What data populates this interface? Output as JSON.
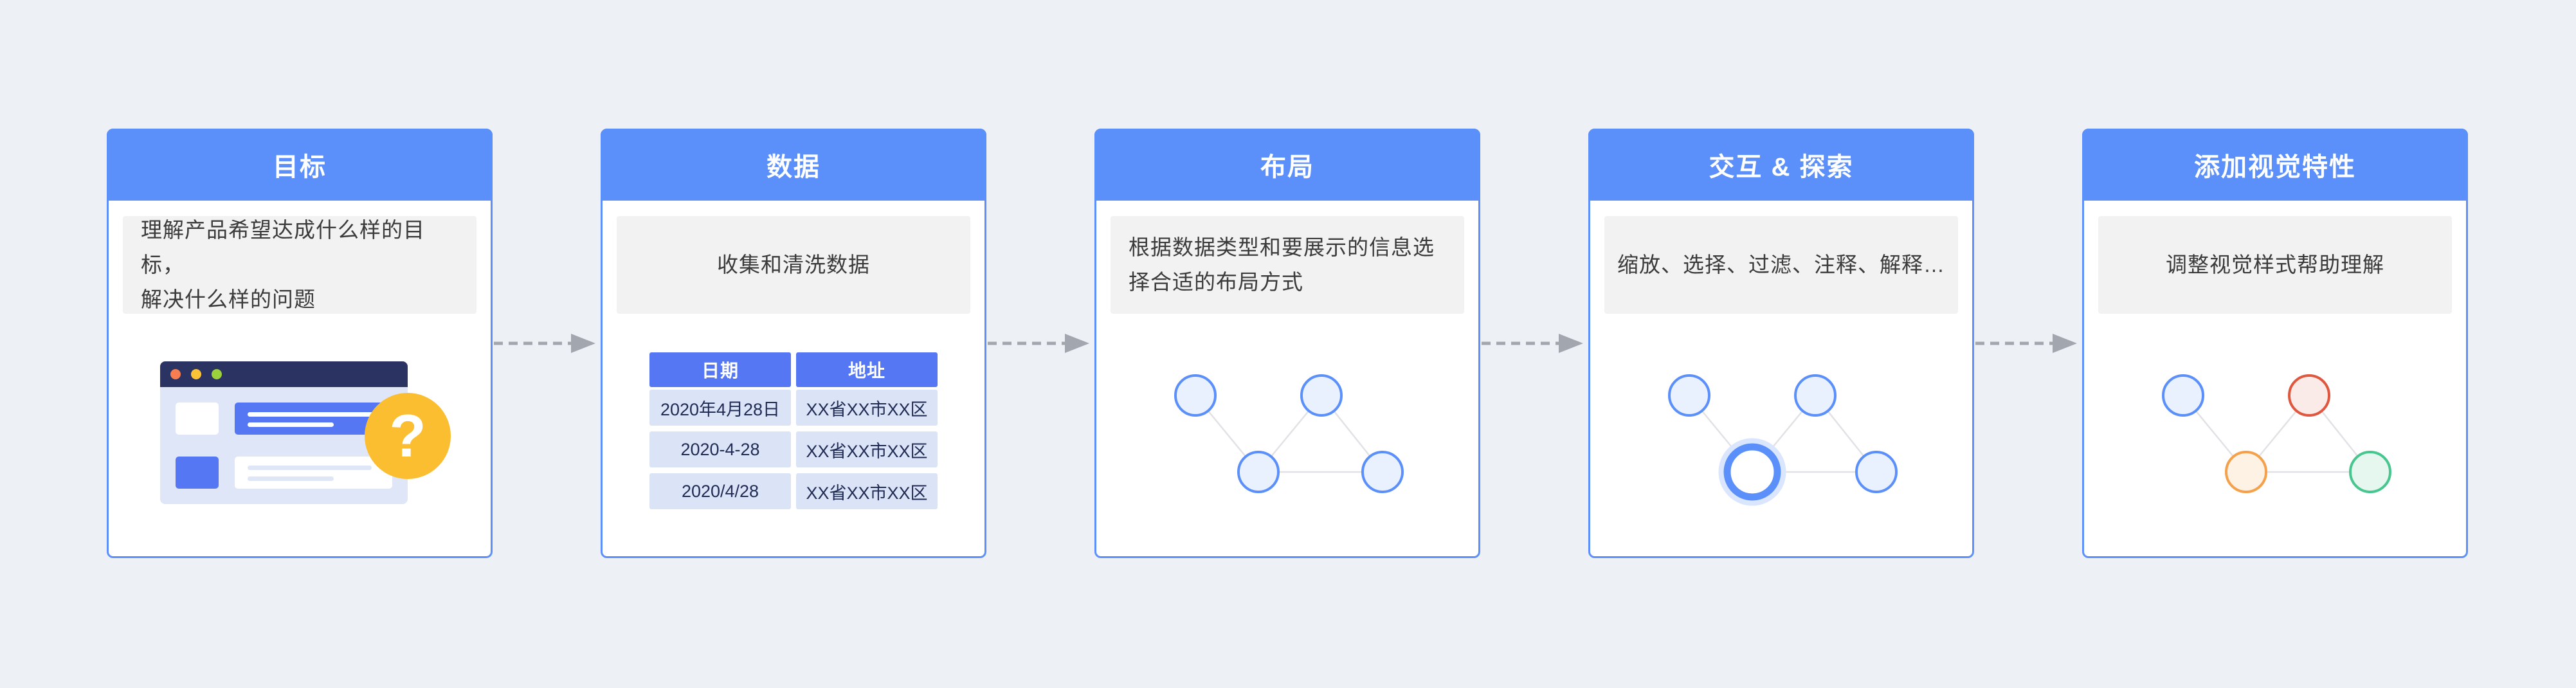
{
  "page": {
    "background": "#EDF1F6",
    "type": "flow-diagram"
  },
  "icons": {
    "question_mark": "?",
    "flow_arrow": "dashed-right-arrow",
    "window_controls": [
      "window-dot-orange",
      "window-dot-yellow",
      "window-dot-green"
    ]
  },
  "colors": {
    "background": "#EDF1F6",
    "card_border": "#5E90FA",
    "card_header_bg": "#5B8FF9",
    "card_header_text": "#FFFFFF",
    "desc_box_bg": "#F2F2F2",
    "desc_text": "#3B3B3B",
    "arrow": "#A2A6AE",
    "table_header_bg": "#5577F3",
    "table_cell_bg": "#DBE3F7",
    "table_cell_text": "#202C54",
    "browser_bar": "#2A3362",
    "browser_body": "#DFE6F7",
    "browser_accent": "#5577F3",
    "dot_orange": "#F87D51",
    "dot_yellow": "#FBC437",
    "dot_green": "#9BD23C",
    "question_circle": "#FBBE31",
    "edge": "#E2E2E6",
    "node_blue_fill": "#E9F1FE",
    "node_blue_stroke": "#5B8FF9",
    "node_red_fill": "#FBEBE8",
    "node_red_stroke": "#E0573F",
    "node_orange_fill": "#FEF2E5",
    "node_orange_stroke": "#F5A04A",
    "node_green_fill": "#E6F7EF",
    "node_green_stroke": "#47C68E",
    "highlight_node_fill": "#FFFFFF",
    "highlight_node_stroke": "#5B8FF9",
    "highlight_halo": "#DAE6FD"
  },
  "cards": [
    {
      "id": "goal",
      "title": "目标",
      "description": "理解产品希望达成什么样的目标，\n解决什么样的问题"
    },
    {
      "id": "data",
      "title": "数据",
      "description": "收集和清洗数据",
      "table": {
        "headers": [
          "日期",
          "地址"
        ],
        "rows": [
          [
            "2020年4月28日",
            "XX省XX市XX区"
          ],
          [
            "2020-4-28",
            "XX省XX市XX区"
          ],
          [
            "2020/4/28",
            "XX省XX市XX区"
          ]
        ]
      }
    },
    {
      "id": "layout",
      "title": "布局",
      "description": "根据数据类型和要展示的信息选\n择合适的布局方式"
    },
    {
      "id": "interaction",
      "title": "交互 & 探索",
      "description": "缩放、选择、过滤、注释、解释…"
    },
    {
      "id": "visual-features",
      "title": "添加视觉特性",
      "description": "调整视觉样式帮助理解"
    }
  ]
}
